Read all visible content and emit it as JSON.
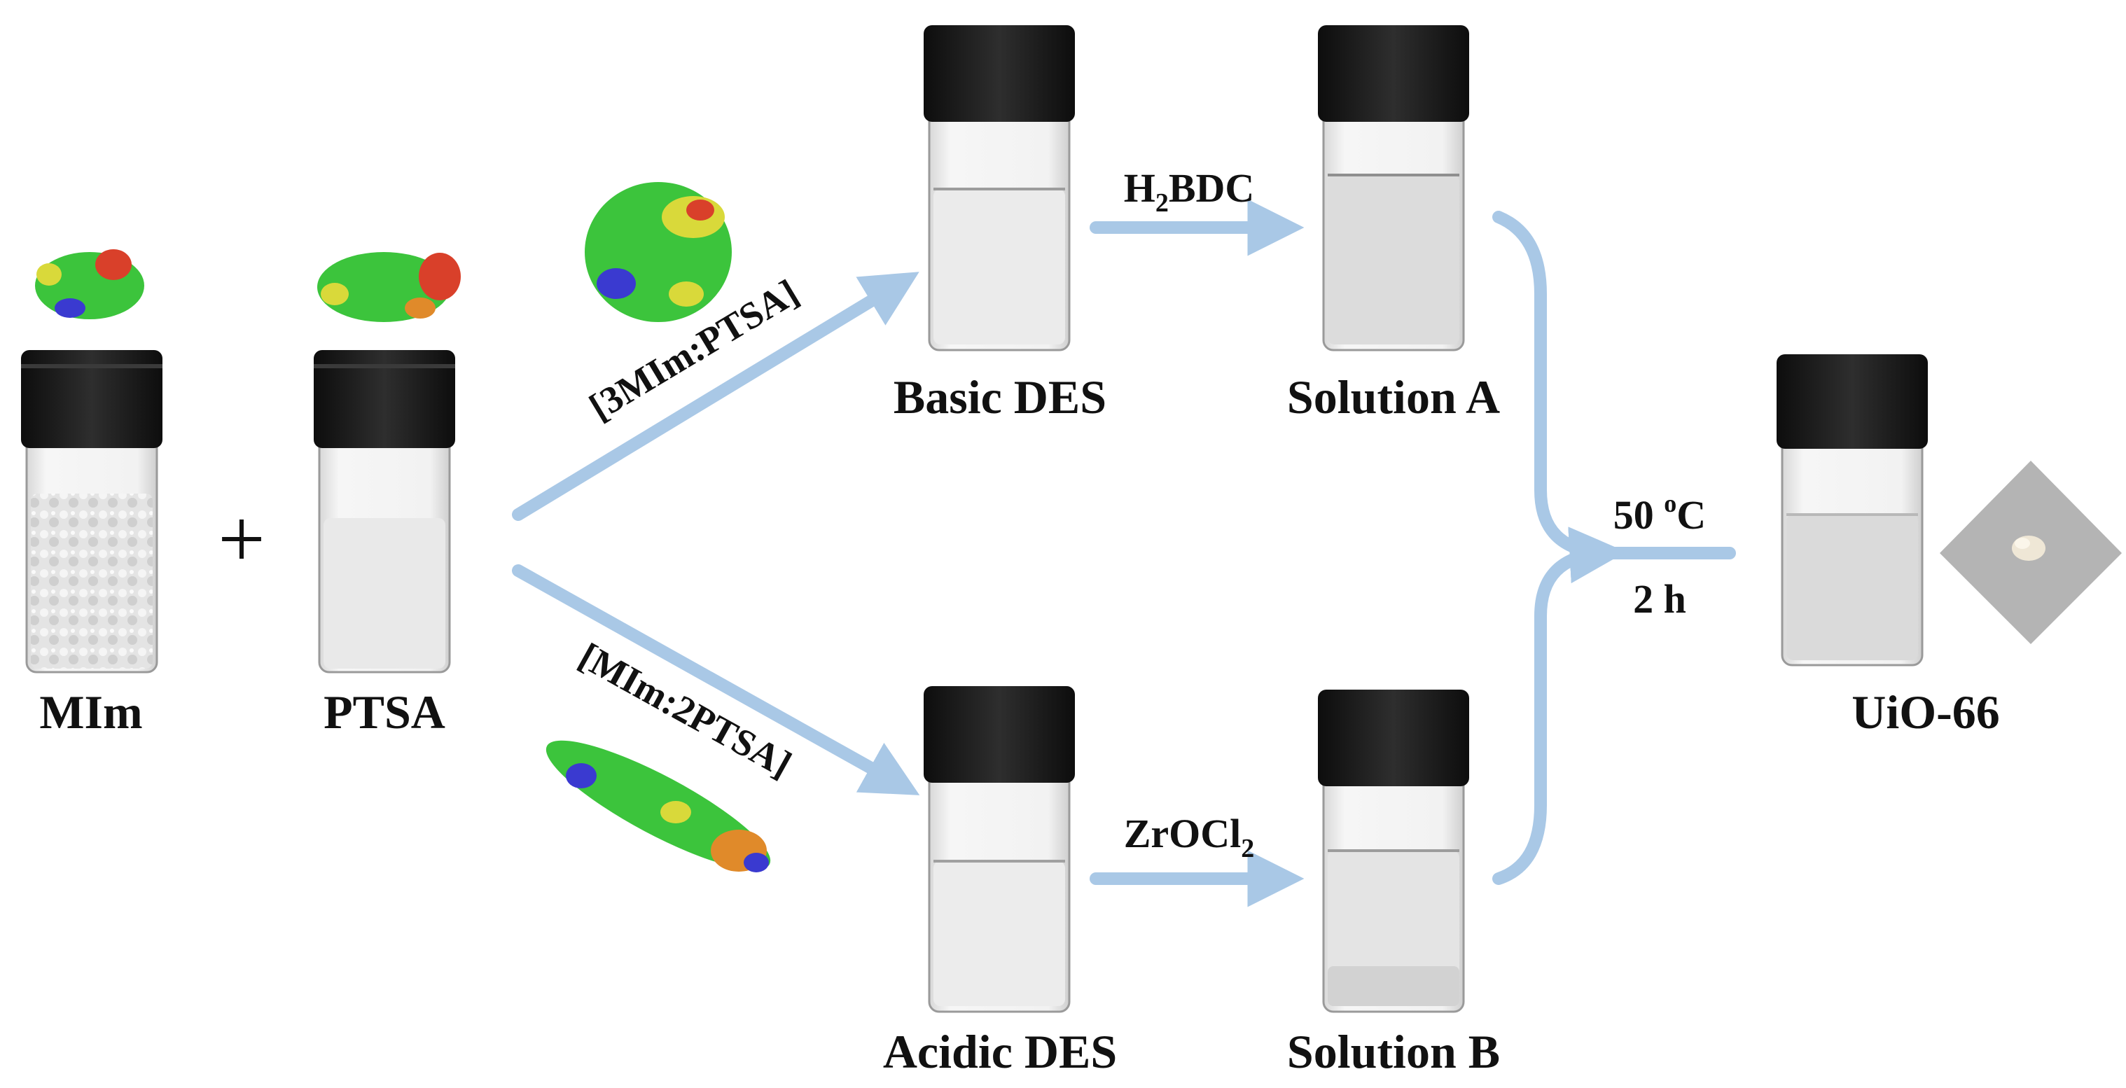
{
  "labels": {
    "mim": "MIm",
    "ptsa": "PTSA",
    "plus": "+",
    "basic_des": "Basic DES",
    "acidic_des": "Acidic DES",
    "solution_a": "Solution A",
    "solution_b": "Solution B",
    "product": "UiO-66"
  },
  "ratios": {
    "basic": "[3MIm:PTSA]",
    "acidic": "[MIm:2PTSA]"
  },
  "reagents": {
    "h2bdc_main": "H",
    "h2bdc_sub": "2",
    "h2bdc_tail": "BDC",
    "zrocl_main": "ZrOCl",
    "zrocl_sub": "2"
  },
  "conditions": {
    "temp_value": "50 ",
    "temp_sup": "o",
    "temp_unit": "C",
    "time": "2 h"
  },
  "colors": {
    "arrow": "#a9c8e6",
    "cap": "#1a1a1a",
    "glass_edge": "#9a9a9a",
    "liquid": "#dedede",
    "esp_green": "#3cc43c",
    "esp_yellow": "#d9d93a",
    "esp_red": "#d9402a",
    "esp_blue": "#3a3ad0"
  }
}
